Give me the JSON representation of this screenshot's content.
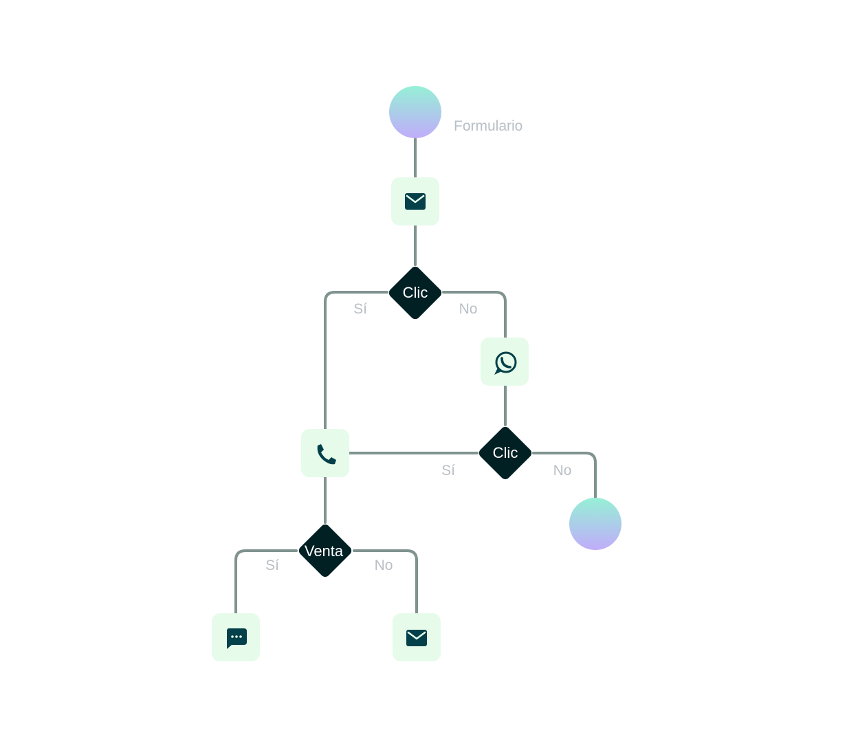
{
  "flow": {
    "start_label": "Formulario",
    "decision_1": "Clic",
    "decision_2": "Clic",
    "decision_3": "Venta",
    "yes_label": "Sí",
    "no_label": "No"
  },
  "icons": {
    "first_action": "email-icon",
    "no_branch_action": "whatsapp-icon",
    "yes_branch_action": "phone-icon",
    "sale_yes_action": "chat-message-icon",
    "sale_no_action": "email-icon"
  },
  "colors": {
    "connector": "#7f938f",
    "decision_fill": "#012024",
    "action_fill": "#e6fbea",
    "icon_color": "#03404a",
    "gradient_top": "#96f0d6",
    "gradient_bottom": "#c0acfa",
    "label_gray": "#b9bfc6"
  }
}
